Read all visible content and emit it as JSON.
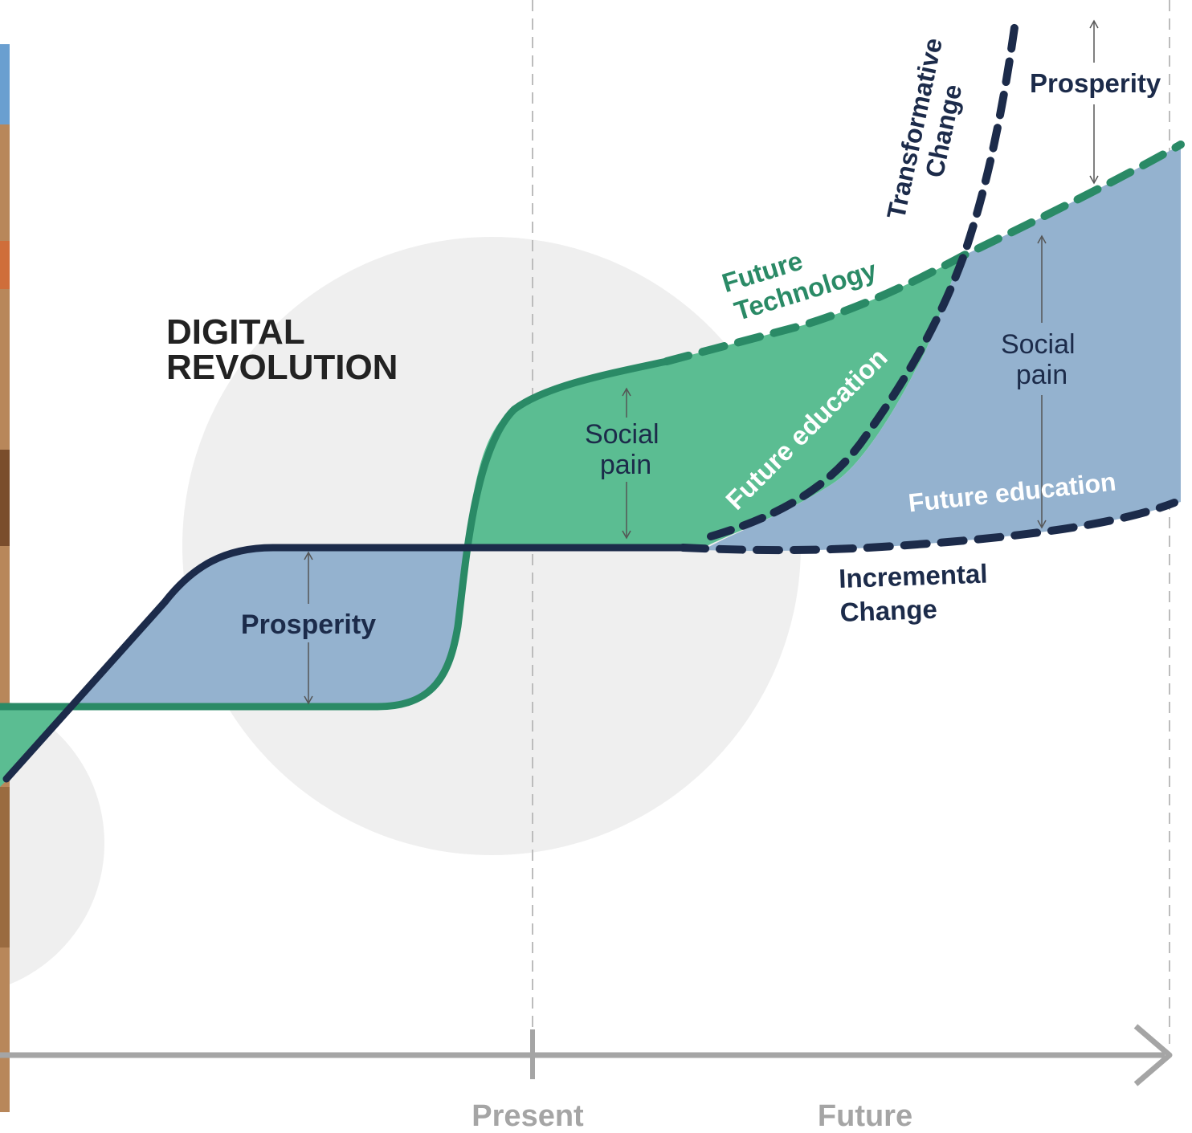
{
  "diagram": {
    "era_label_line1": "DIGITAL",
    "era_label_line2": "REVOLUTION",
    "prosperity_left": "Prosperity",
    "social_pain_mid_line1": "Social",
    "social_pain_mid_line2": "pain",
    "future_technology_line1": "Future",
    "future_technology_line2": "Technology",
    "transformative_change_line1": "Transformative",
    "transformative_change_line2": "Change",
    "prosperity_right": "Prosperity",
    "social_pain_right_line1": "Social",
    "social_pain_right_line2": "pain",
    "future_education_diagonal": "Future education",
    "future_education_right": "Future education",
    "incremental_change_line1": "Incremental",
    "incremental_change_line2": "Change",
    "axis_present": "Present",
    "axis_future": "Future"
  },
  "colors": {
    "technology_green": "#2a8a66",
    "green_fill": "#5bbd92",
    "education_navy": "#1c2b4a",
    "blue_fill": "#94b2cf",
    "circle_gray": "#efefef",
    "axis_gray": "#a5a5a5"
  }
}
